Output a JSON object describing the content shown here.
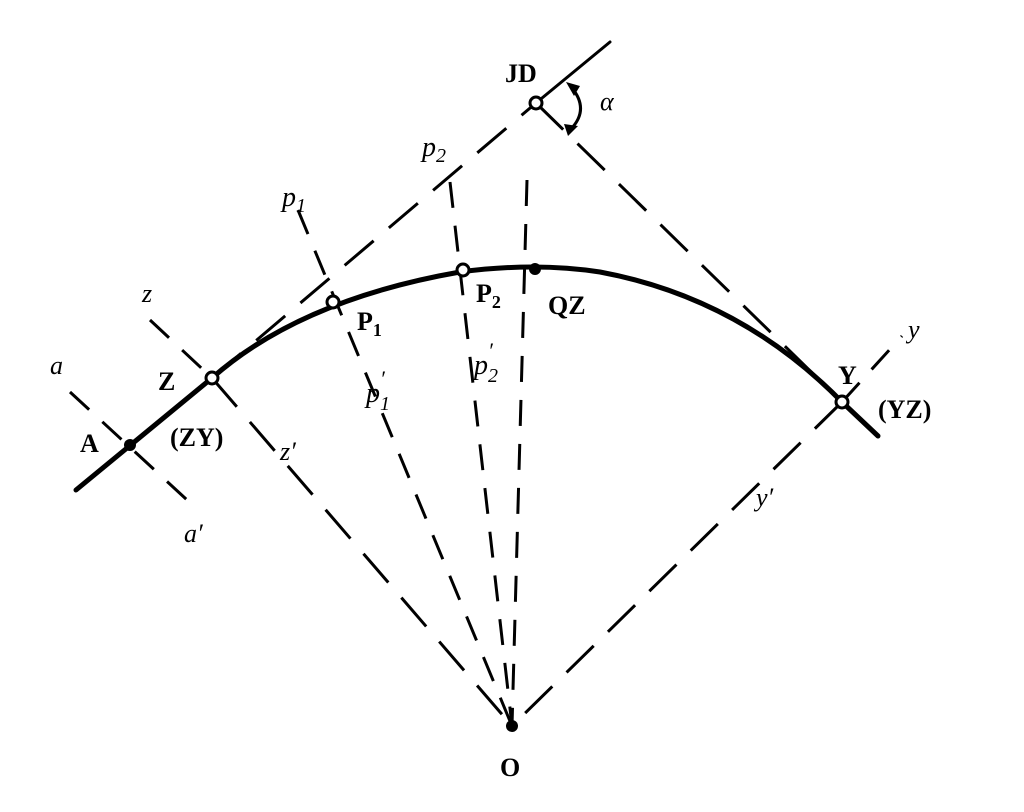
{
  "labels": {
    "JD": "JD",
    "alpha": "α",
    "p2_top": "p",
    "p2_top_sub": "2",
    "p1_top": "p",
    "p1_top_sub": "1",
    "z_top": "z",
    "a_top": "a",
    "A": "A",
    "Z": "Z",
    "ZY": "(ZY)",
    "P1": "P",
    "P1_sub": "1",
    "P2": "P",
    "P2_sub": "2",
    "QZ": "QZ",
    "p1_prime": "p",
    "p1_prime_sub": "1",
    "p1_prime_mark": "′",
    "p2_prime": "p",
    "p2_prime_sub": "2",
    "p2_prime_mark": "′",
    "z_prime": "z′",
    "a_prime": "a′",
    "y_top": "y",
    "Y": "Y",
    "YZ": "(YZ)",
    "y_prime": "y′",
    "O": "O"
  }
}
